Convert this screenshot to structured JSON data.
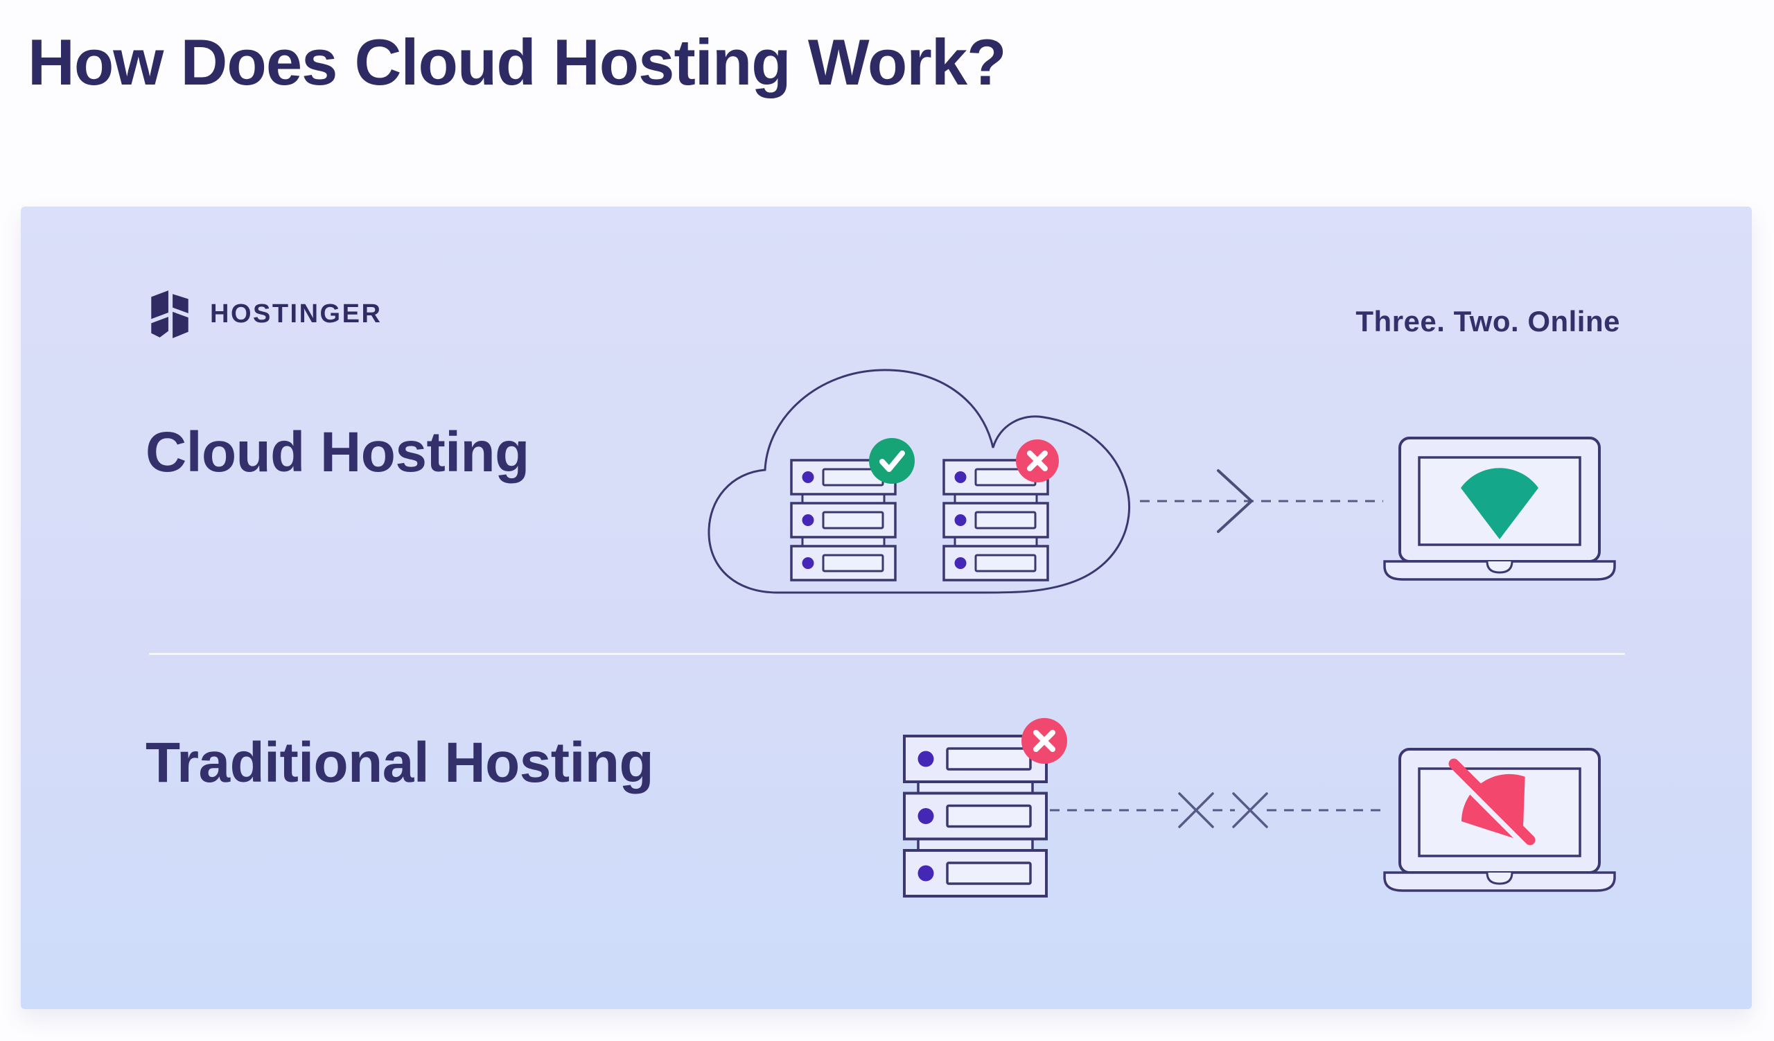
{
  "page": {
    "heading": "How Does Cloud Hosting Work?"
  },
  "infographic": {
    "brand": "HOSTINGER",
    "tagline": "Three. Two. Online",
    "cloud_section": {
      "title": "Cloud Hosting"
    },
    "traditional_section": {
      "title": "Traditional Hosting"
    }
  },
  "icons": {
    "logo": "hostinger-h-logo",
    "cloud_section": [
      "cloud",
      "server-stack-ok",
      "server-stack-fail",
      "check-badge",
      "x-badge",
      "dashed-arrow",
      "laptop",
      "wifi-on"
    ],
    "traditional_section": [
      "server-stack-fail",
      "x-badge",
      "dashed-broken-line",
      "x-mark",
      "laptop",
      "wifi-off"
    ]
  },
  "colors": {
    "page_bg": "#fdfcfe",
    "heading_text": "#2e2a63",
    "title_text": "#34306b",
    "logo_text": "#302b63",
    "panel_bg_top": "#dbdff9",
    "panel_bg_bottom": "#cddcfa",
    "outline_navy": "#3b3770",
    "server_fill": "#e9ebfc",
    "screen_fill": "#eef0fd",
    "dot_indigo": "#4527b5",
    "badge_green": "#16a376",
    "badge_pink": "#f0486e",
    "wifi_teal": "#14a78a",
    "wifi_off_pink": "#f4476d",
    "dash_line": "#565a84",
    "divider": "rgba(255,255,255,0.78)"
  }
}
